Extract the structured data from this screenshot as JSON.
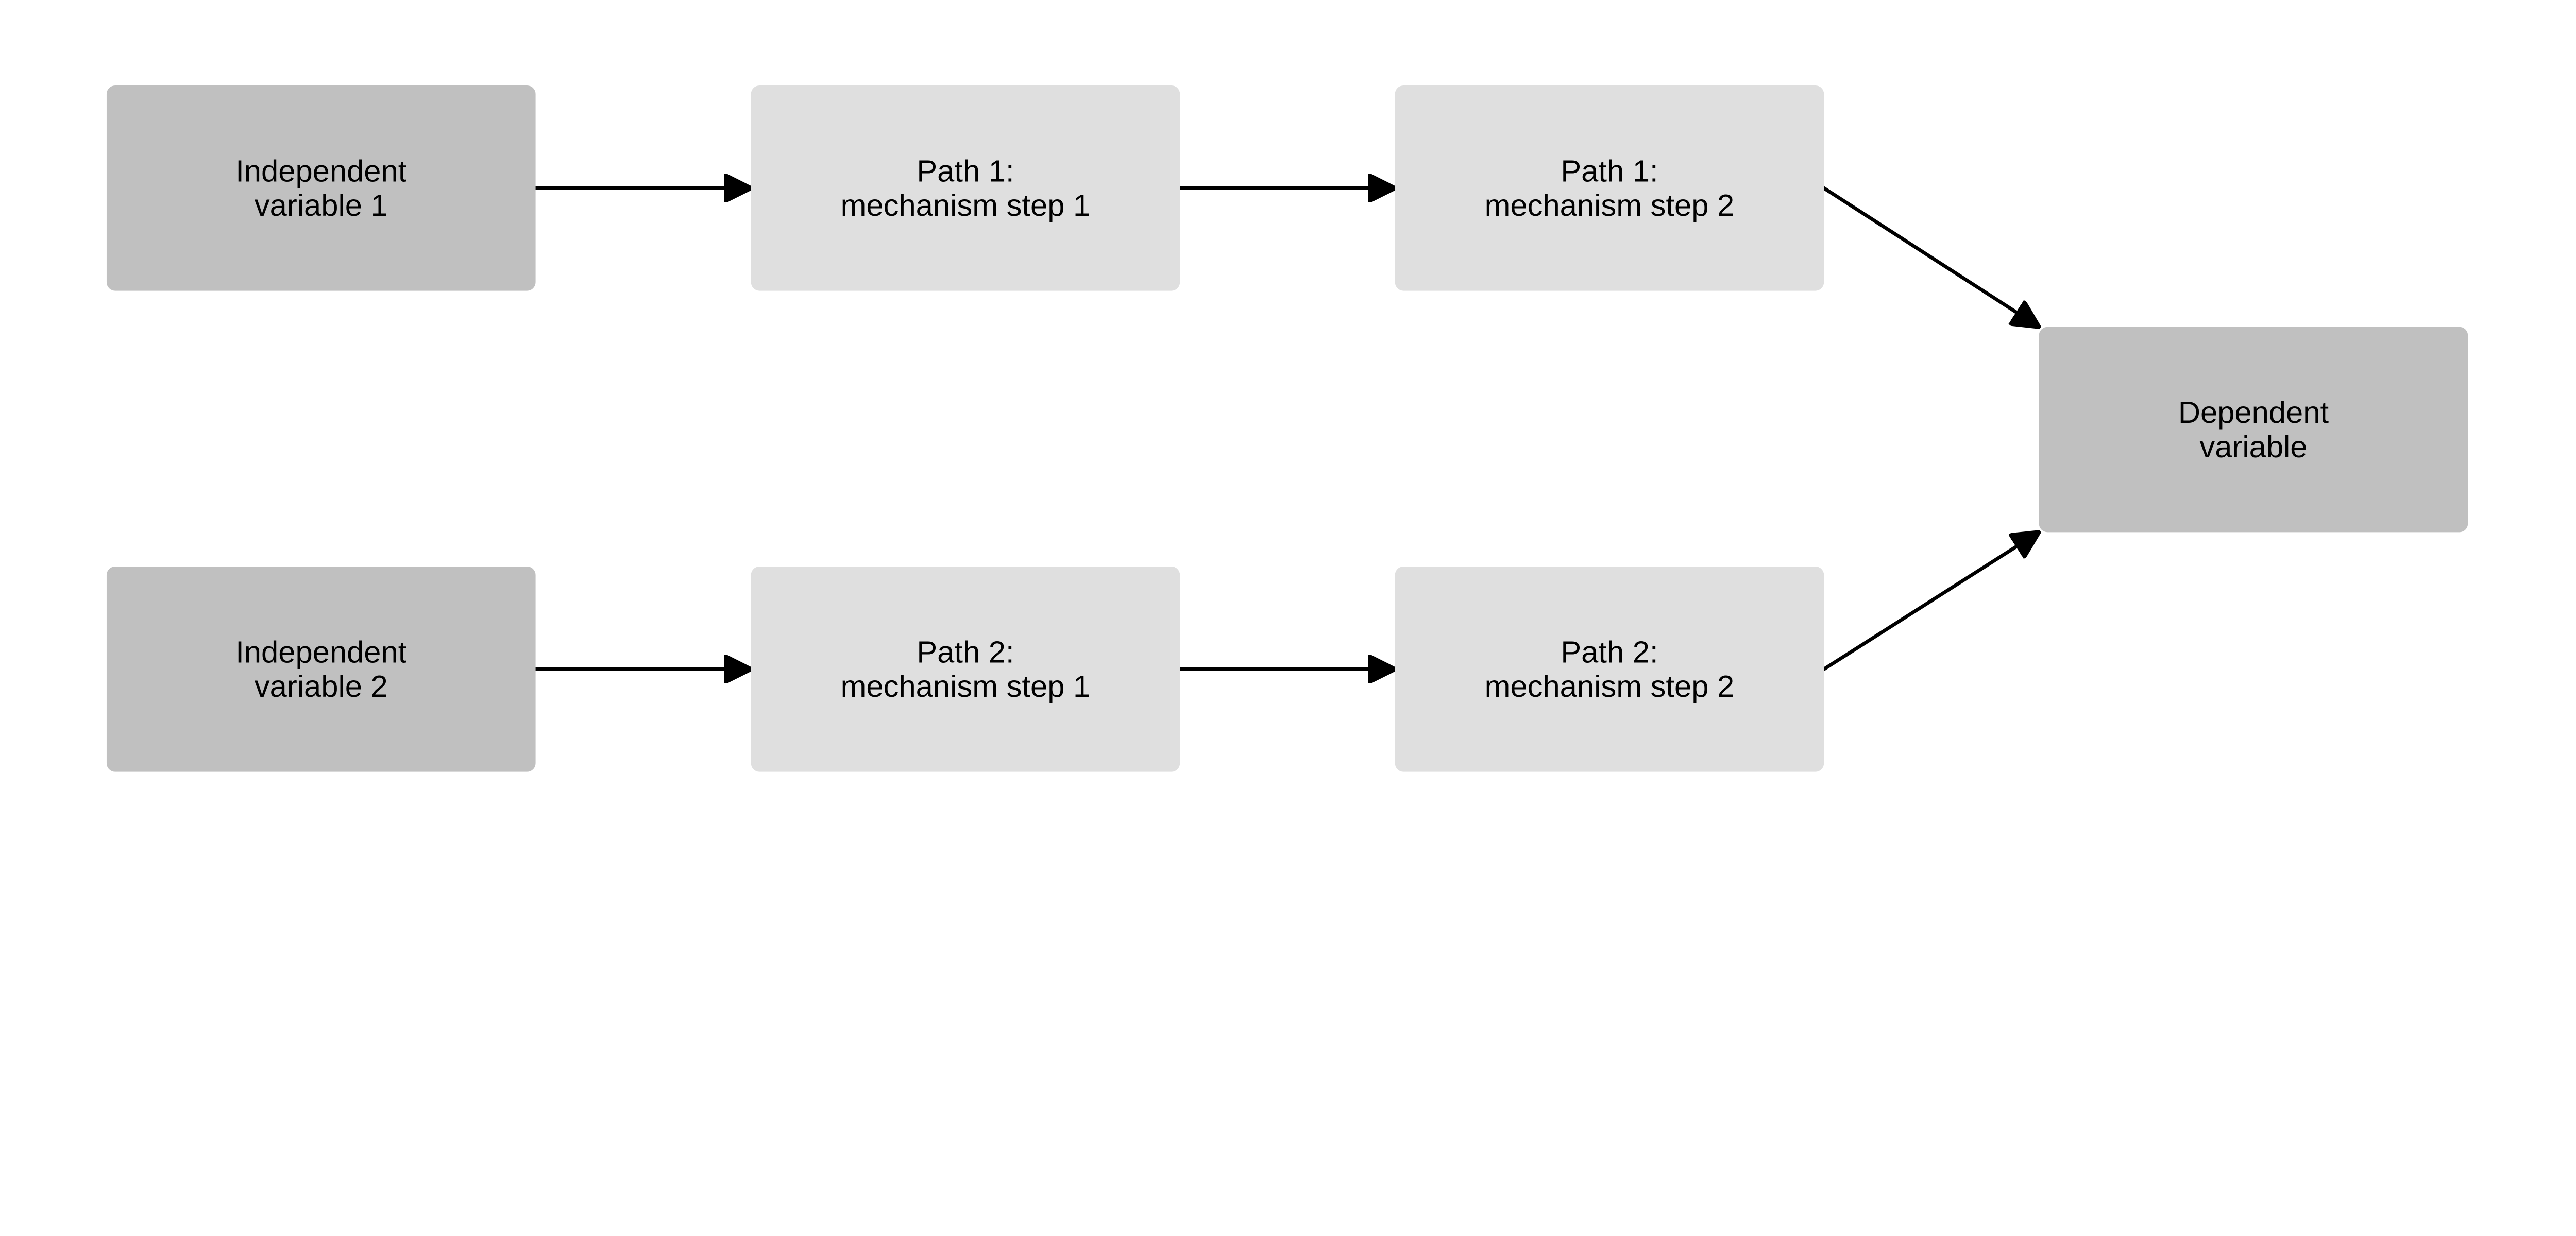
{
  "colors": {
    "independent": "#c0c0c0",
    "mechanism": "#dfdfdf",
    "dependent": "#c0c0c0",
    "arrow": "#000000",
    "background": "#ffffff"
  },
  "nodes": [
    {
      "id": "iv1",
      "kind": "independent",
      "lines": [
        "Independent",
        "variable 1"
      ]
    },
    {
      "id": "p1s1",
      "kind": "mechanism",
      "lines": [
        "Path 1:",
        "mechanism step 1"
      ]
    },
    {
      "id": "p1s2",
      "kind": "mechanism",
      "lines": [
        "Path 1:",
        "mechanism step 2"
      ]
    },
    {
      "id": "dv",
      "kind": "dependent",
      "lines": [
        "Dependent",
        "variable"
      ]
    },
    {
      "id": "iv2",
      "kind": "independent",
      "lines": [
        "Independent",
        "variable 2"
      ]
    },
    {
      "id": "p2s1",
      "kind": "mechanism",
      "lines": [
        "Path 2:",
        "mechanism step 1"
      ]
    },
    {
      "id": "p2s2",
      "kind": "mechanism",
      "lines": [
        "Path 2:",
        "mechanism step 2"
      ]
    }
  ],
  "edges": [
    {
      "from": "iv1",
      "to": "p1s1"
    },
    {
      "from": "p1s1",
      "to": "p1s2"
    },
    {
      "from": "p1s2",
      "to": "dv"
    },
    {
      "from": "iv2",
      "to": "p2s1"
    },
    {
      "from": "p2s1",
      "to": "p2s2"
    },
    {
      "from": "p2s2",
      "to": "dv"
    }
  ]
}
